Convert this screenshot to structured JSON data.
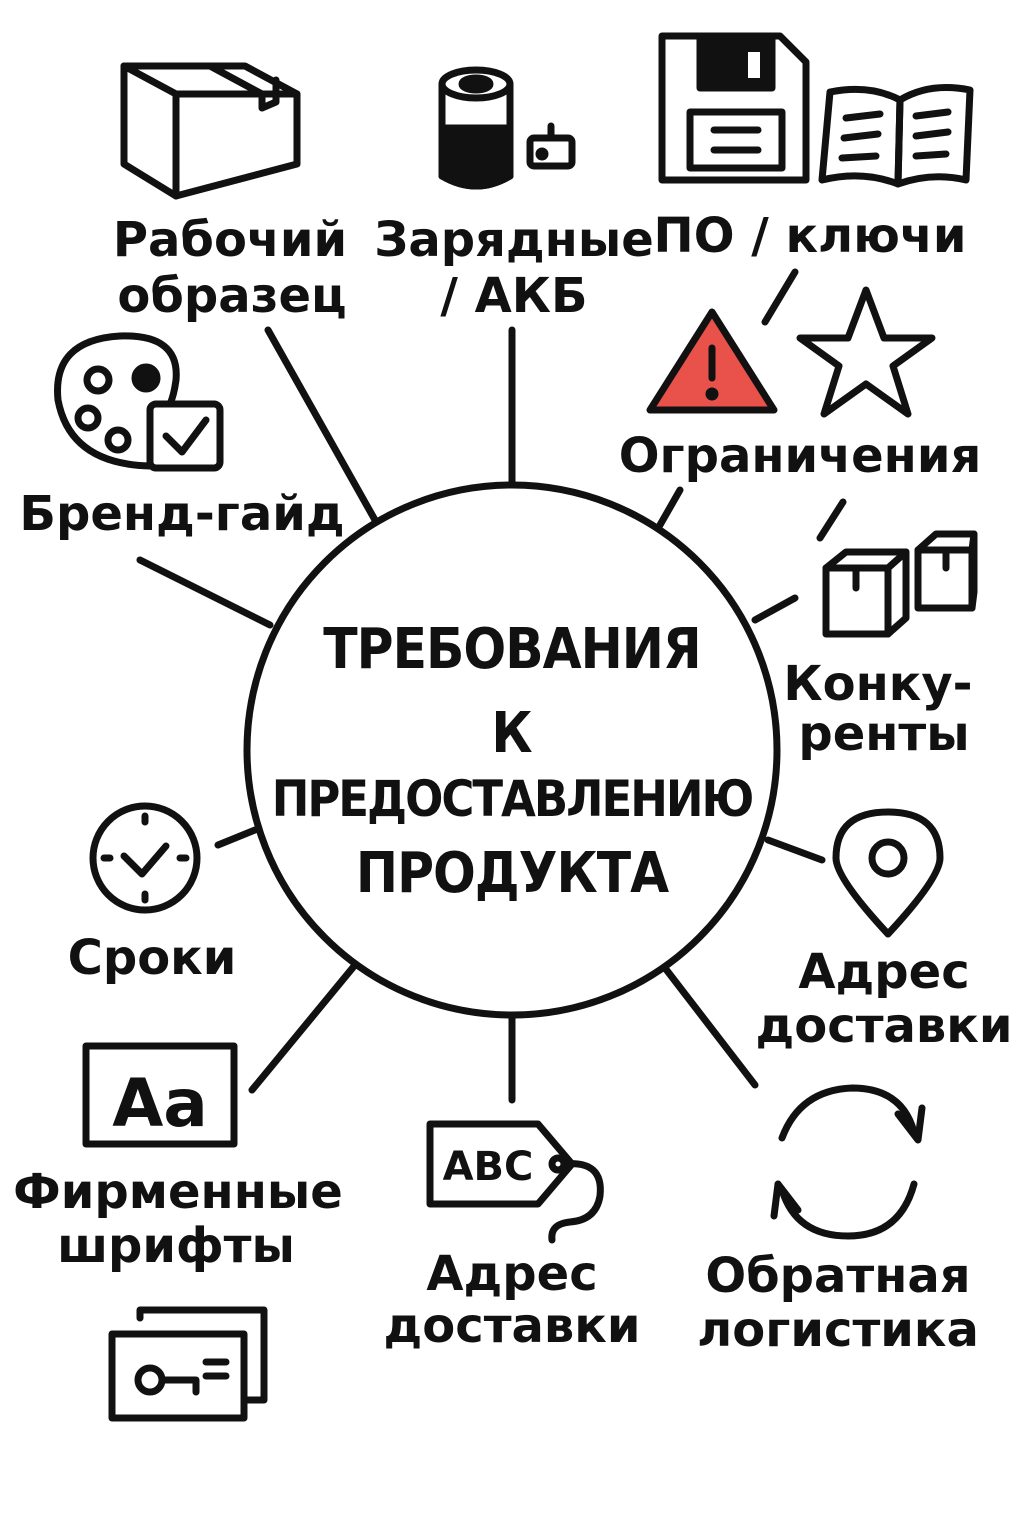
{
  "center": {
    "lines": [
      "ТРЕБОВАНИЯ",
      "К",
      "ПРЕДОСТАВЛЕНИЮ",
      "ПРОДУКТА"
    ]
  },
  "nodes": {
    "working_sample": {
      "lines": [
        "Рабочий",
        "образец"
      ],
      "icon": "box-icon"
    },
    "chargers": {
      "lines": [
        "Зарядные",
        "/ АКБ"
      ],
      "icon": "battery-icon"
    },
    "software_keys": {
      "lines": [
        "ПО / ключи"
      ],
      "icon": "floppy-disk-icon"
    },
    "restrictions": {
      "lines": [
        "Ограничения"
      ],
      "icon": "warning-icon",
      "icon_color": "#e8524a"
    },
    "brand_guide": {
      "lines": [
        "Бренд-гайд"
      ],
      "icon": "palette-icon"
    },
    "competitors": {
      "lines": [
        "Конку-",
        "ренты"
      ],
      "icon": "boxes-icon"
    },
    "deadlines": {
      "lines": [
        "Сроки"
      ],
      "icon": "clock-icon"
    },
    "delivery_address": {
      "lines": [
        "Адрес",
        "доставки"
      ],
      "icon": "location-pin-icon"
    },
    "fonts": {
      "lines": [
        "Фирменные",
        "шрифты"
      ],
      "icon": "font-icon"
    },
    "address_label": {
      "lines": [
        "Адрес",
        "доставки"
      ],
      "icon": "tag-icon",
      "tag_text": "ABC"
    },
    "reverse_logistics": {
      "lines": [
        "Обратная",
        "логистика"
      ],
      "icon": "cycle-arrows-icon"
    },
    "keys_extra": {
      "icon": "key-card-icon"
    },
    "extras": {
      "icon_book": "book-icon",
      "icon_star": "star-icon",
      "icon_font_text": "Aa"
    }
  }
}
